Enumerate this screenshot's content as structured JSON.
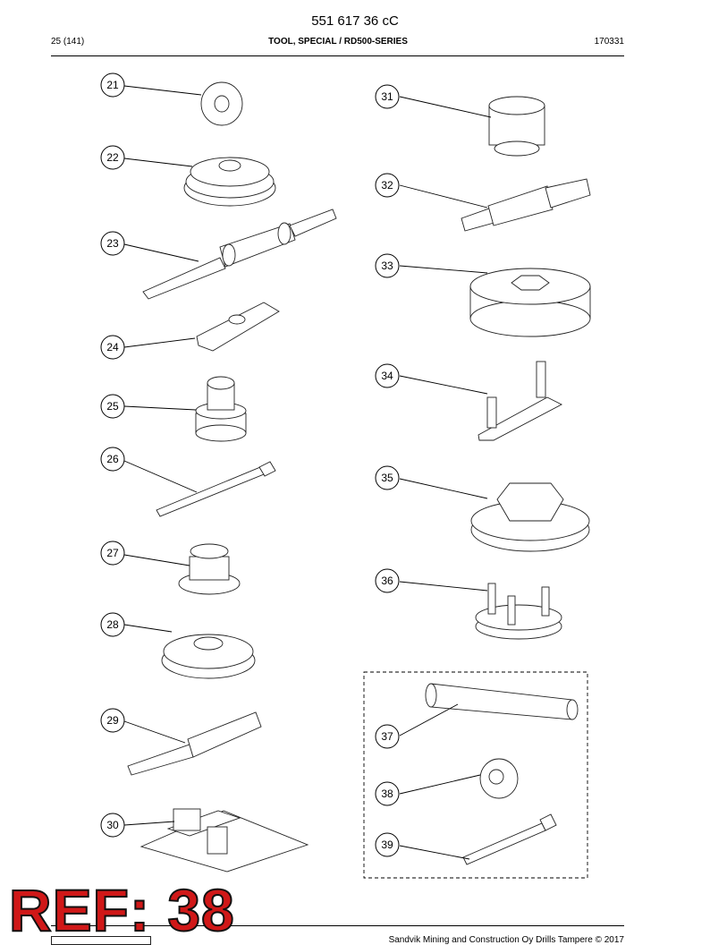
{
  "document": {
    "title": "551 617 36 cC",
    "page_ref": "25 (141)",
    "section_title": "TOOL, SPECIAL / RD500-SERIES",
    "doc_code": "170331",
    "footer_text": "Sandvik Mining and Construction Oy Drills Tampere © 2017"
  },
  "stamp": {
    "text": "REF: 38",
    "color": "#d01818"
  },
  "callouts": [
    "21",
    "22",
    "23",
    "24",
    "25",
    "26",
    "27",
    "28",
    "29",
    "30",
    "31",
    "32",
    "33",
    "34",
    "35",
    "36",
    "37",
    "38",
    "39"
  ]
}
